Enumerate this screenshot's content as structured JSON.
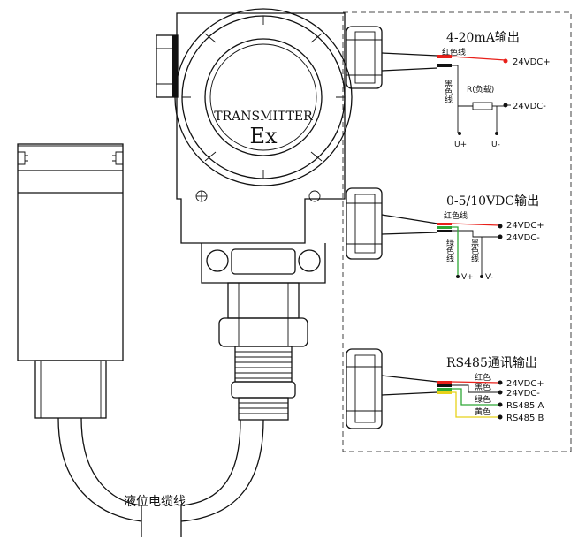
{
  "device": {
    "label_top": "TRANSMITTER",
    "label_ex": "Ex",
    "cable_label": "液位电缆线"
  },
  "section_4_20": {
    "title": "4-20mA输出",
    "red_wire": "红色线",
    "black_wire": "黑色线",
    "resistor": "R(负载)",
    "supply_pos": "24VDC+",
    "supply_neg": "24VDC-",
    "u_pos": "U+",
    "u_neg": "U-"
  },
  "section_0_5": {
    "title": "0-5/10VDC输出",
    "red_wire": "红色线",
    "green_wire": "绿色线",
    "black_wire": "黑色线",
    "supply_pos": "24VDC+",
    "supply_neg": "24VDC-",
    "v_pos": "V+",
    "v_neg": "V-"
  },
  "section_rs485": {
    "title": "RS485通讯输出",
    "red": "红色",
    "black": "黑色",
    "green": "绿色",
    "yellow": "黄色",
    "supply_pos": "24VDC+",
    "supply_neg": "24VDC-",
    "rs485_a": "RS485 A",
    "rs485_b": "RS485 B"
  },
  "colors": {
    "red_wire": "#e8201a",
    "green_wire": "#2ea836",
    "yellow_wire": "#e8d21a",
    "black_wire": "#111111"
  }
}
